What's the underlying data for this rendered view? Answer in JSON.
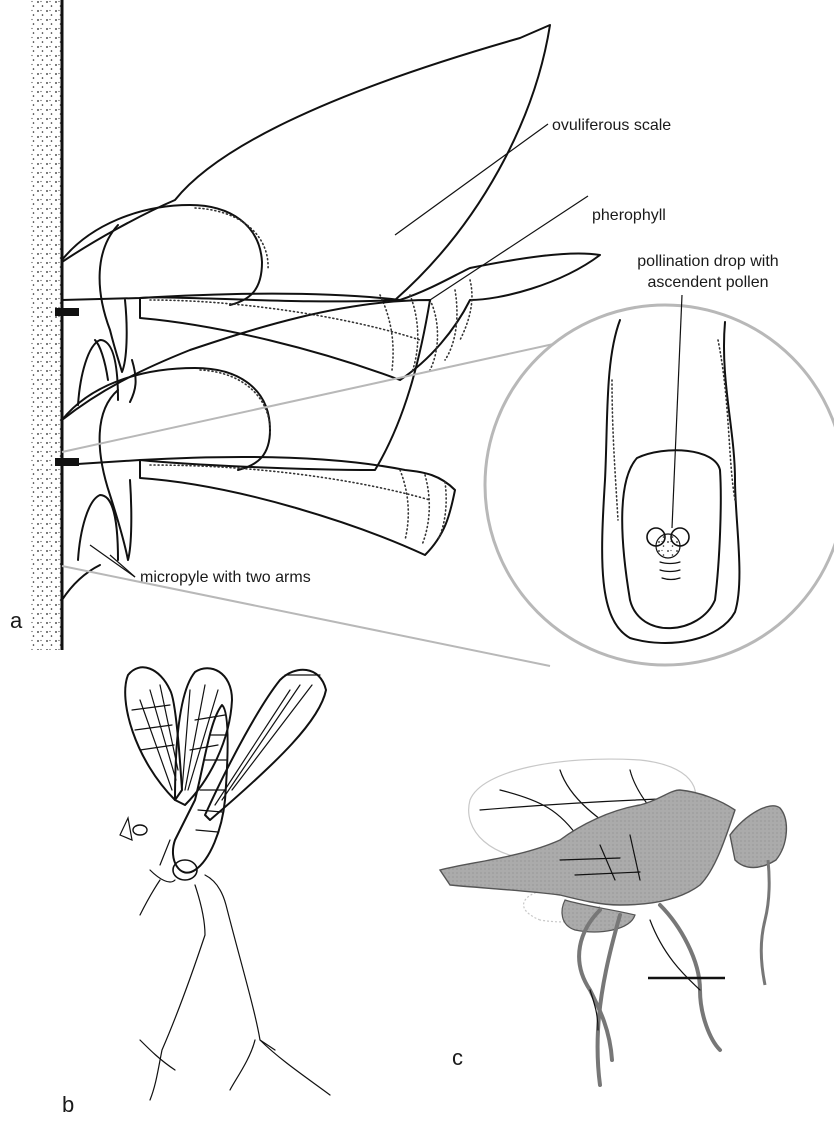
{
  "panels": {
    "a": {
      "letter": "a",
      "labels": {
        "ovuliferous_scale": "ovuliferous scale",
        "pherophyll": "pherophyll",
        "pollination_drop_line1": "pollination drop with",
        "pollination_drop_line2": "ascendent pollen",
        "micropyle": "micropyle with two arms"
      }
    },
    "b": {
      "letter": "b"
    },
    "c": {
      "letter": "c"
    }
  },
  "colors": {
    "ink": "#111111",
    "inset_circle": "#b8b8b8",
    "insect_fill": "#a9a9a9"
  }
}
